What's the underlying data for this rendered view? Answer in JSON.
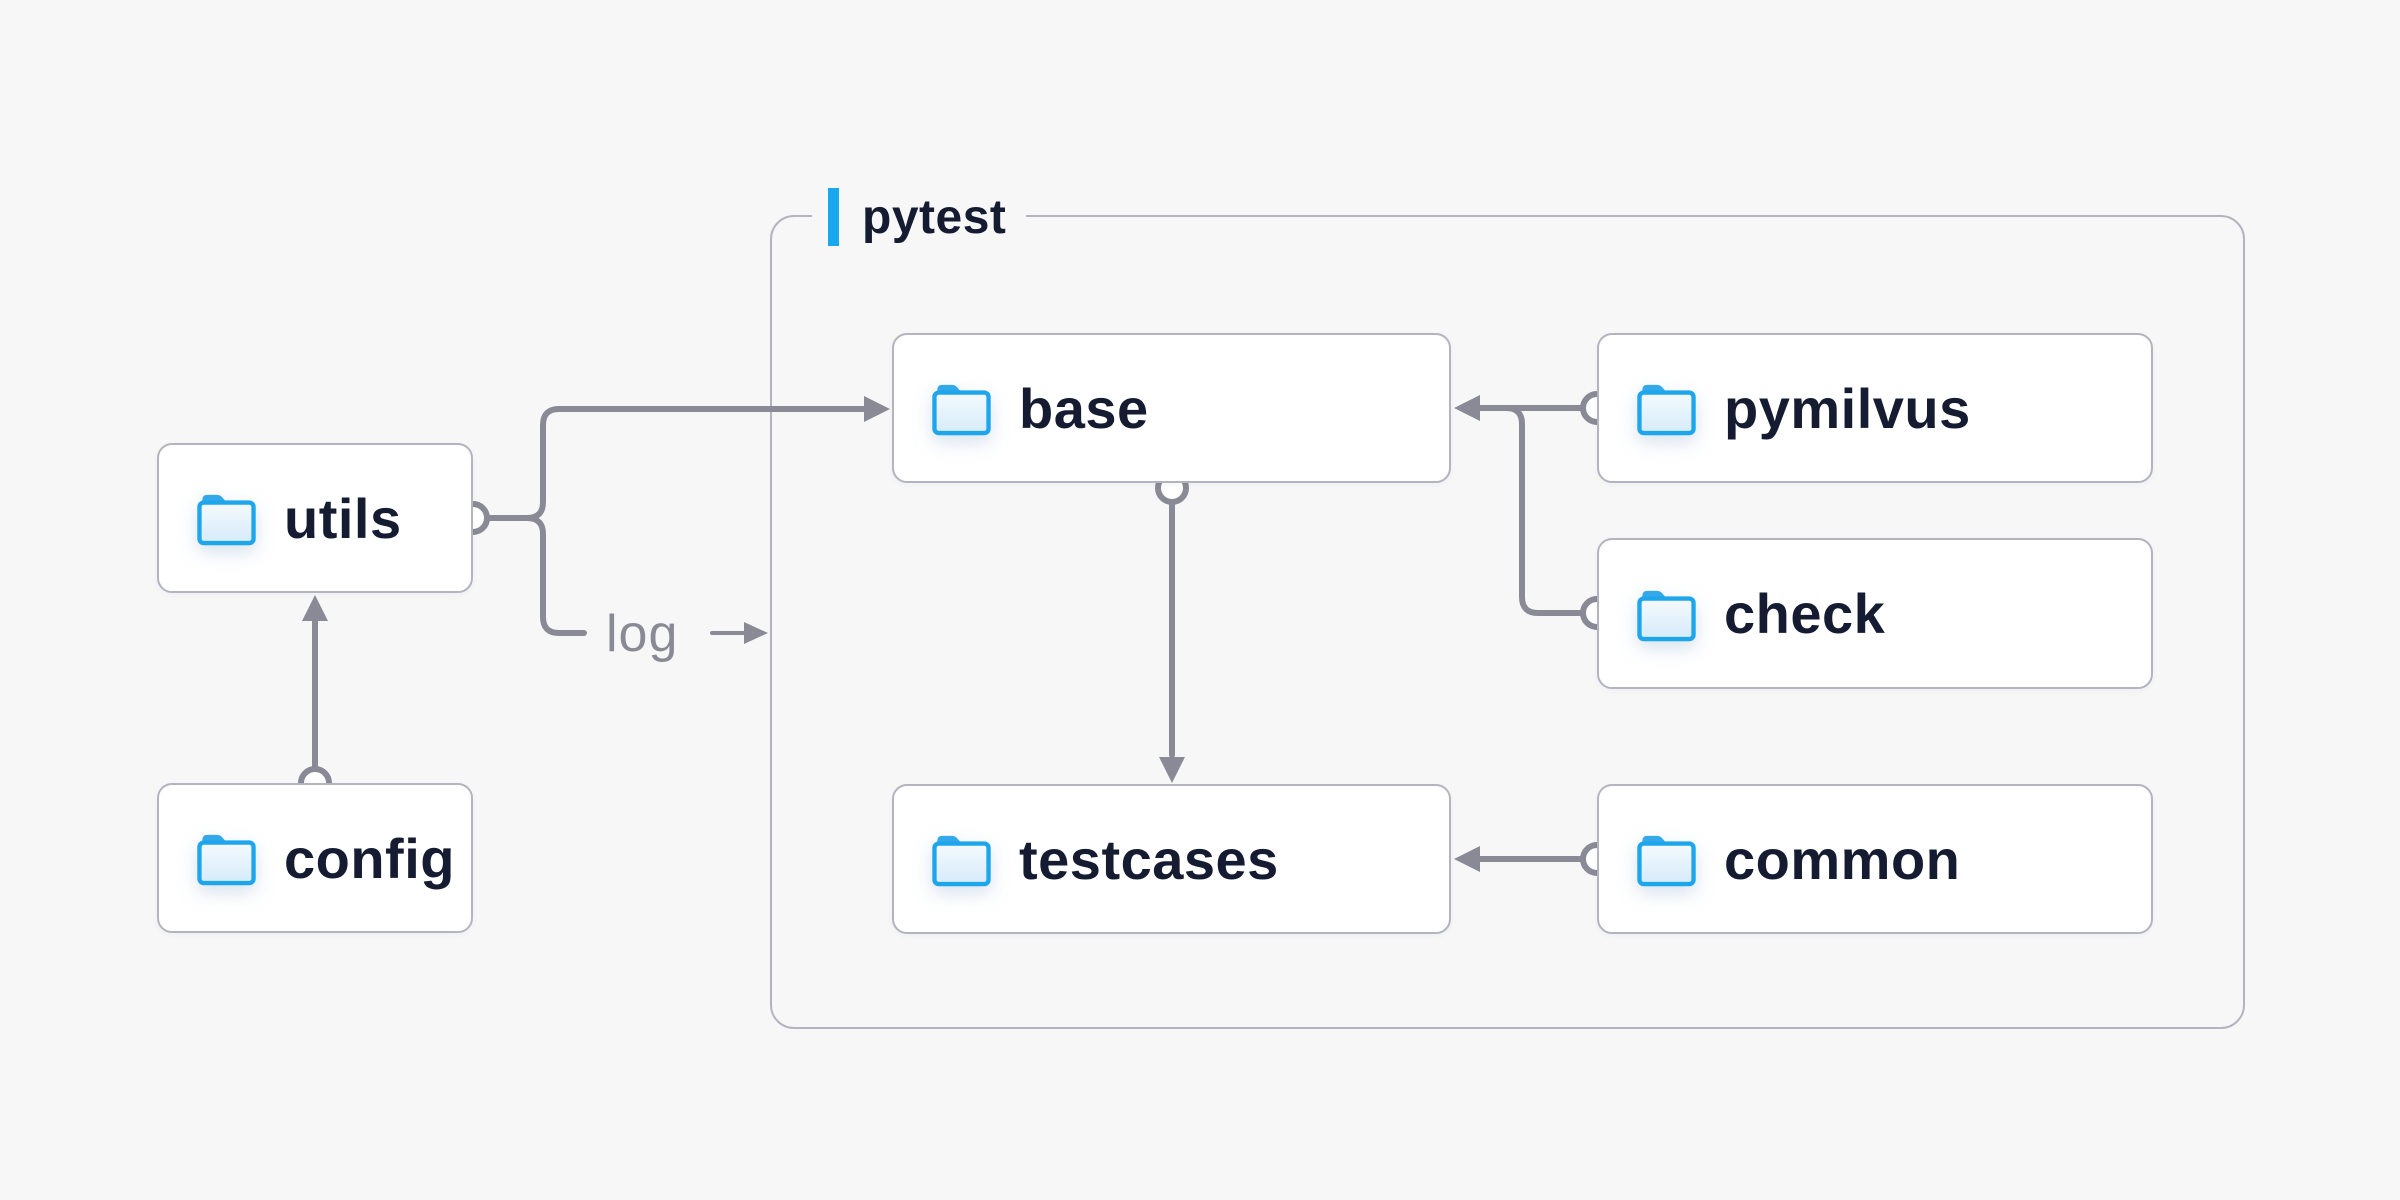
{
  "group": {
    "label": "pytest",
    "accent_color": "#19a8ed",
    "border_color": "#b4b4c0"
  },
  "nodes": {
    "utils": {
      "label": "utils",
      "icon": "folder-icon"
    },
    "config": {
      "label": "config",
      "icon": "folder-icon"
    },
    "base": {
      "label": "base",
      "icon": "folder-icon"
    },
    "pymilvus": {
      "label": "pymilvus",
      "icon": "folder-icon"
    },
    "check": {
      "label": "check",
      "icon": "folder-icon"
    },
    "testcases": {
      "label": "testcases",
      "icon": "folder-icon"
    },
    "common": {
      "label": "common",
      "icon": "folder-icon"
    }
  },
  "edges": [
    {
      "from": "config",
      "to": "utils",
      "label": ""
    },
    {
      "from": "utils",
      "to": "base",
      "label": ""
    },
    {
      "from": "utils",
      "to": "pytest-group",
      "label": "log"
    },
    {
      "from": "pymilvus",
      "to": "base",
      "label": ""
    },
    {
      "from": "check",
      "to": "base",
      "label": ""
    },
    {
      "from": "base",
      "to": "testcases",
      "label": ""
    },
    {
      "from": "common",
      "to": "testcases",
      "label": ""
    }
  ],
  "colors": {
    "background": "#f7f7f8",
    "node_background": "#ffffff",
    "node_border": "#b4b4c0",
    "connector": "#8a8a96",
    "text": "#151c31",
    "edge_label": "#8a8a96",
    "folder_blue": "#1ea6ed",
    "accent_blue": "#19a8ed"
  }
}
